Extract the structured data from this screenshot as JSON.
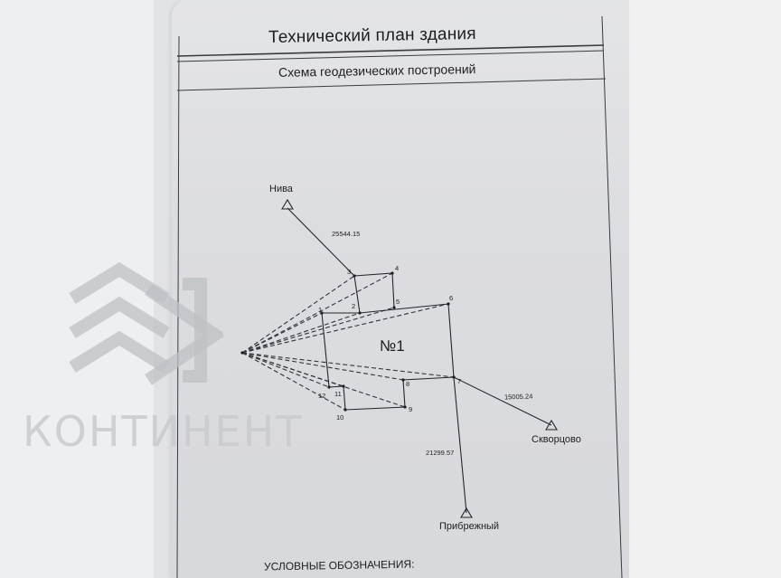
{
  "document": {
    "title": "Технический план здания",
    "subtitle": "Схема геодезических построений",
    "legend_heading": "УСЛОВНЫЕ ОБОЗНАЧЕНИЯ:"
  },
  "diagram": {
    "parcel_label": "№1",
    "stations": {
      "niva": "Нива",
      "skvortsovo": "Скворцово",
      "pribrezhny": "Прибрежный"
    },
    "distances": {
      "niva": "25544.15",
      "skvortsovo": "15005.24",
      "pribrezhny": "21299.57"
    },
    "points": [
      "1",
      "2",
      "3",
      "4",
      "5",
      "6",
      "7",
      "8",
      "9",
      "10",
      "11",
      "12"
    ]
  },
  "watermark": {
    "text": "КОНТИНЕНТ"
  }
}
